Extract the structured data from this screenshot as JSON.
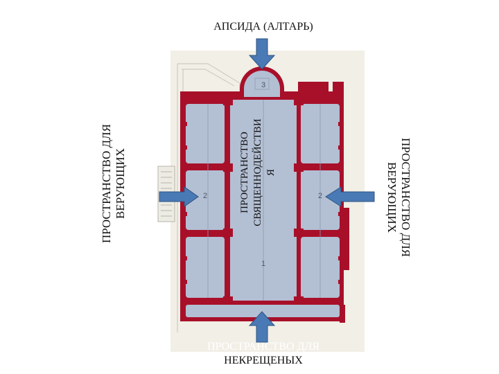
{
  "labels": {
    "apse": "АПСИДА (АЛТАРЬ)",
    "left_space": "ПРОСТРАНСТВО ДЛЯ\nВЕРУЮЩИХ",
    "right_space": "ПРОСТРАНСТВО ДЛЯ\nВЕРУЮЩИХ",
    "center_space": "ПРОСТРАНСТВО\nСВЯЩЕННОДЕЙСТВИ\nЯ",
    "bottom_space_line1": "ПРОСТРАНСТВО ДЛЯ",
    "bottom_space_line2": "НЕКРЕЩЕНЫХ"
  },
  "plan_numbers": {
    "apse": "3",
    "left_aisle": "2",
    "right_aisle": "2",
    "nave": "1"
  },
  "colors": {
    "walls": "#a8102a",
    "floor": "#b3bfd3",
    "background": "#f1efe6",
    "arrow_fill": "#4a7ab5",
    "arrow_stroke": "#2c527f"
  }
}
